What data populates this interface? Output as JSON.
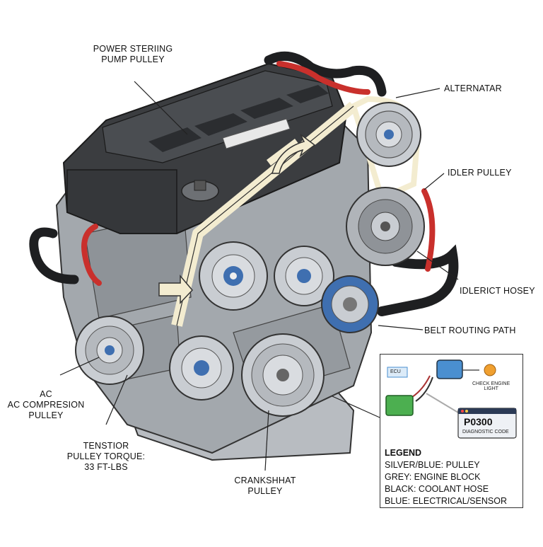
{
  "labels": {
    "power_steering": [
      "POWER STERIING",
      "PUMP PULLEY"
    ],
    "alternator": "ALTERNATAR",
    "idler_pulley": "IDLER PULLEY",
    "idler_hose": "IDLERICT HOSEY",
    "belt_path": "BELT ROUTING PATH",
    "ac_pulley": [
      "AC",
      "AC COMPRESION",
      "PULLEY"
    ],
    "tensioner": [
      "TENSTIOR",
      "PULLEY TORQUE:",
      "33 FT-LBS"
    ],
    "crankshaft": [
      "CRANKSHHAT",
      "PULLEY"
    ]
  },
  "inset": {
    "ecu_label": "ECU",
    "check_engine_light": [
      "CHECK ENGINE",
      "LIGHT"
    ],
    "code": "P0300",
    "code_caption": "DIAGNOSTIC CODE",
    "legend_title": "LEGEND",
    "legend_items": [
      "SILVER/BLUE: PULLEY",
      "GREY: ENGINE BLOCK",
      "BLACK: COOLANT HOSE",
      "BLUE: ELECTRICAL/SENSOR"
    ]
  },
  "colors": {
    "engine_cover": "#3b3d40",
    "engine_block": "#9ea3a8",
    "pulley_silver": "#c9cdd2",
    "pulley_blue": "#3f6fb0",
    "hose_black": "#1e1f21",
    "hose_red": "#c9302c",
    "belt": "#f3ecd0",
    "sensor_blue": "#4a8fd0",
    "connector_green": "#4caf50",
    "warning_orange": "#f0a030"
  }
}
